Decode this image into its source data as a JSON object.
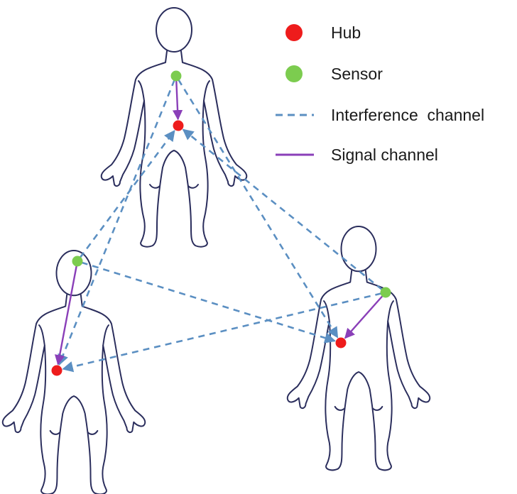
{
  "legend": {
    "hub": {
      "label": "Hub",
      "color": "#ee1c1c"
    },
    "sensor": {
      "label": "Sensor",
      "color": "#7ccc4f"
    },
    "interference": {
      "label": "Interference  channel",
      "color": "#5b8fc2"
    },
    "signal": {
      "label": "Signal channel",
      "color": "#8a3fb8"
    }
  },
  "bodies": [
    {
      "id": "top",
      "hub": "top-hub",
      "sensor": "top-sensor"
    },
    {
      "id": "left",
      "hub": "left-hub",
      "sensor": "left-sensor"
    },
    {
      "id": "right",
      "hub": "right-hub",
      "sensor": "right-sensor"
    }
  ],
  "signal_links": [
    {
      "from": "top-sensor",
      "to": "top-hub"
    },
    {
      "from": "left-sensor",
      "to": "left-hub"
    },
    {
      "from": "right-sensor",
      "to": "right-hub"
    }
  ],
  "interference_links": [
    {
      "from": "top-sensor",
      "to": "left-hub"
    },
    {
      "from": "top-sensor",
      "to": "right-hub"
    },
    {
      "from": "left-sensor",
      "to": "top-hub"
    },
    {
      "from": "left-sensor",
      "to": "right-hub"
    },
    {
      "from": "right-sensor",
      "to": "top-hub"
    },
    {
      "from": "right-sensor",
      "to": "left-hub"
    }
  ]
}
